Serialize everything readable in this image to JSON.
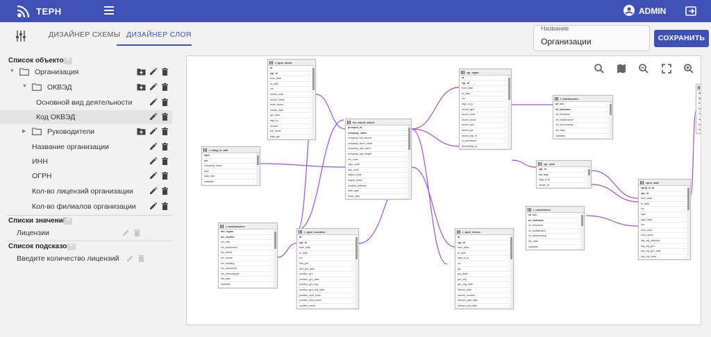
{
  "app": {
    "title": "ТЕРН",
    "user": "ADMIN"
  },
  "tabs": [
    "ДИЗАЙНЕР СХЕМЫ",
    "ДИЗАЙНЕР СЛОЯ"
  ],
  "name_field": {
    "label": "Название",
    "value": "Организации"
  },
  "save_label": "СОХРАНИТЬ",
  "objects": {
    "title": "Список объектов",
    "tree": [
      {
        "label": "Организация",
        "kind": "folder",
        "level": 0,
        "expanded": true,
        "add": true
      },
      {
        "label": "ОКВЭД",
        "kind": "folder",
        "level": 1,
        "expanded": true,
        "add": true
      },
      {
        "label": "Основной вид деятельности",
        "kind": "item",
        "level": 2
      },
      {
        "label": "Код ОКВЭД",
        "kind": "item",
        "level": 2,
        "selected": true
      },
      {
        "label": "Руководители",
        "kind": "folder",
        "level": 1,
        "expanded": false,
        "add": true
      },
      {
        "label": "Название организации",
        "kind": "item",
        "level": 1
      },
      {
        "label": "ИНН",
        "kind": "item",
        "level": 1
      },
      {
        "label": "ОГРН",
        "kind": "item",
        "level": 1
      },
      {
        "label": "Кол-во лицензий организации",
        "kind": "item",
        "level": 1
      },
      {
        "label": "Кол-во филиалов организации",
        "kind": "item",
        "level": 1
      }
    ]
  },
  "value_lists": {
    "title": "Списки значений",
    "items": [
      "Лицензии"
    ]
  },
  "hints": {
    "title": "Список подсказок",
    "items": [
      "Введите количество лицензий"
    ]
  },
  "tables": [
    {
      "name": "t_egrul_okved",
      "fields": [
        "id",
        "egr_id",
        "from_date",
        "to_date",
        "crc",
        "okved_code",
        "okved_name",
        "main_okved",
        "create_date",
        "grn_date",
        "sign_lic",
        "version",
        "full_name",
        "egrp_grn"
      ]
    },
    {
      "name": "t_rating_to_bdd",
      "fields": [
        "ogrn",
        "inn",
        "company_name",
        "type",
        "date_info",
        "loaddate"
      ]
    },
    {
      "name": "ms_manuf_search",
      "fields": [
        "prospect_id",
        "company_name",
        "company_full_names",
        "company_short_name",
        "company_uyd_name",
        "company_uyd_length",
        "inn_code",
        "ogrn_code",
        "kpp_code",
        "region_code",
        "region_name",
        "juridical_address",
        "date_ogrn",
        "close_date"
      ]
    },
    {
      "name": "egr_organ",
      "fields": [
        "id",
        "egr_id",
        "from_date",
        "to_date",
        "crc",
        "sign_ul_ip",
        "okved_type",
        "okved_code",
        "okved_name",
        "okved_sort",
        "okved_grn",
        "okved_egr_id",
        "is_processed",
        "processing_id"
      ]
    },
    {
      "name": "t_manfounders",
      "fields": [
        "mf_inn",
        "mf_lastname",
        "mf_firstname",
        "mf_middlename",
        "mf_netcompany",
        "file_date",
        "loaddate"
      ]
    },
    {
      "name": "egr_main",
      "fields": [
        "egr_id",
        "crc_key",
        "sign_ul_ip",
        "create_dt"
      ]
    },
    {
      "name": "egrul_main",
      "fields": [
        "egrip_ul_id",
        "egr_id",
        "from_date",
        "to_date",
        "crc",
        "ogrn",
        "ogrn_date",
        "inn",
        "kind_code",
        "kind_name",
        "reg_org_address",
        "reg_org_grn",
        "reg_org_grn_date",
        "reg_org_code"
      ]
    },
    {
      "name": "t_massfounders",
      "fields": [
        "mo_region",
        "mo_district",
        "mo_city",
        "mo_settlement",
        "mo_street",
        "mo_house",
        "mo_building",
        "mo_apartment",
        "mo_netcompany",
        "file_date",
        "loaddate"
      ]
    },
    {
      "name": "t_egrul_executive",
      "fields": [
        "id",
        "egr_id",
        "from_date",
        "to_date",
        "crc",
        "first_grn",
        "first_grn_date",
        "position_grn",
        "position_grn_date",
        "position_grn_chg",
        "position_grn_chg_date",
        "position_kind_code",
        "position_kind_name",
        "position_name"
      ]
    },
    {
      "name": "t_egrul_license",
      "fields": [
        "id",
        "egr_id",
        "from_date",
        "to_date",
        "sign_ul_ip",
        "crc",
        "grn",
        "grn_date",
        "grn_chg",
        "grn_chg_date",
        "license_date",
        "license_number",
        "license_start_date",
        "license_end_date"
      ]
    },
    {
      "name": "t_massleaders",
      "fields": [
        "ml_inn",
        "ml_lastname",
        "ml_firstname",
        "ml_middlename",
        "ml_netcompany",
        "file_date",
        "loaddate"
      ]
    },
    {
      "name": "egrip",
      "fields": [
        "egrip_id",
        "egr_id",
        "from_date",
        "to_date",
        "inn",
        "ogrnip",
        "fio",
        "kind"
      ]
    }
  ]
}
